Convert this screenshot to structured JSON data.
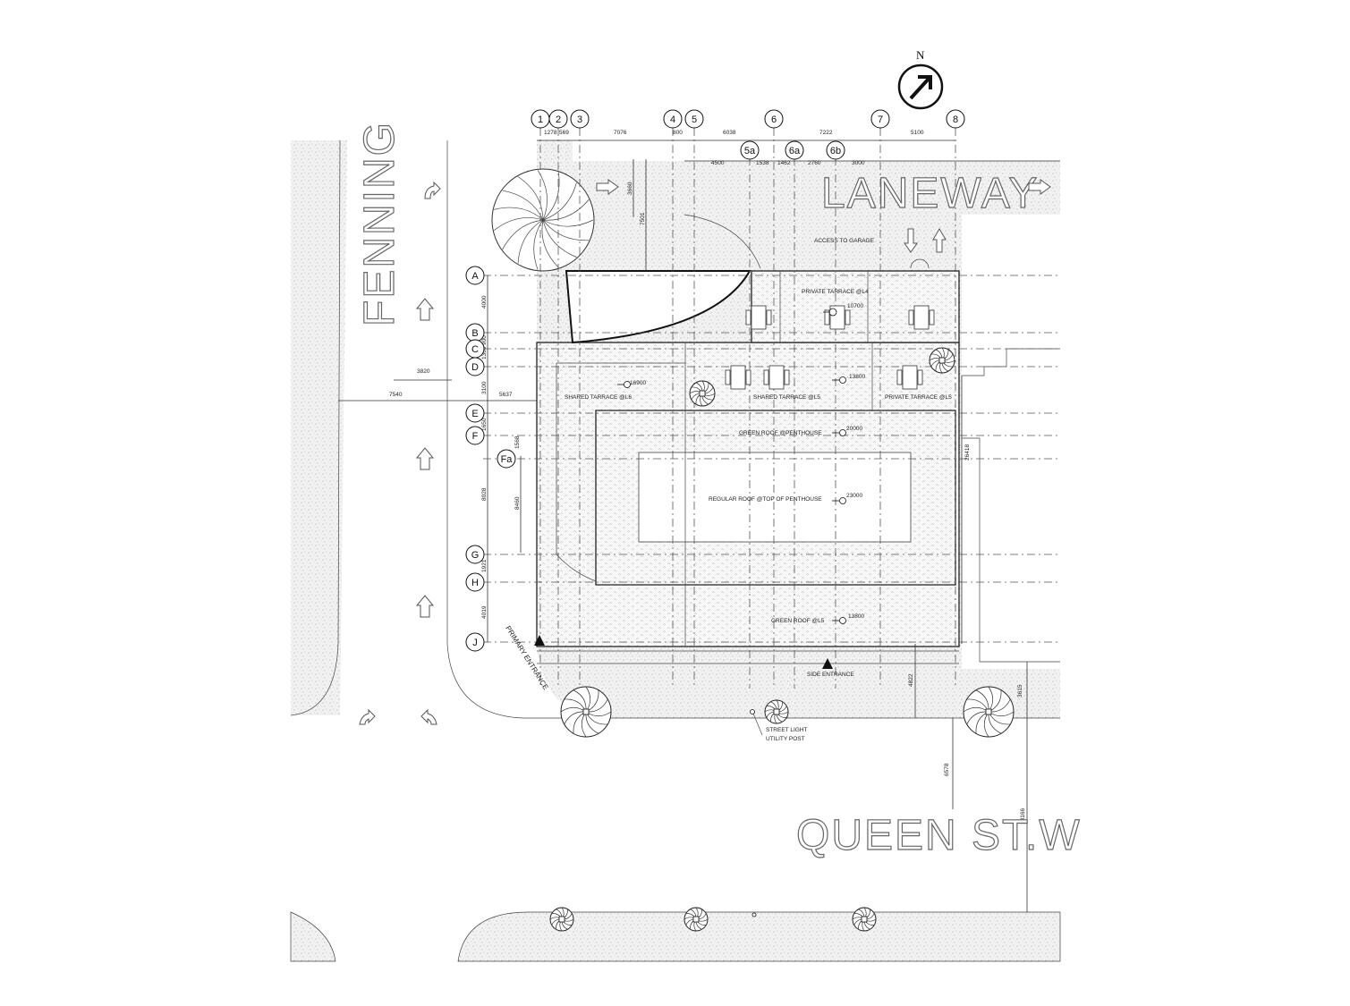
{
  "north": {
    "label": "N"
  },
  "streets": {
    "fenning": "FENNING",
    "laneway": "LANEWAY",
    "queen": "QUEEN ST.W"
  },
  "grid_columns": [
    "1",
    "2",
    "3",
    "4",
    "5",
    "6",
    "7",
    "8"
  ],
  "grid_columns_sub": [
    "5a",
    "6a",
    "6b"
  ],
  "grid_rows": [
    "A",
    "B",
    "C",
    "D",
    "E",
    "F",
    "Fa",
    "G",
    "H",
    "J"
  ],
  "dimensions_top": [
    "1278",
    "569",
    "7076",
    "800",
    "6038",
    "7222",
    "5100"
  ],
  "dimensions_top2": [
    "4500",
    "1538",
    "1462",
    "2760",
    "3000"
  ],
  "dimensions_left": [
    "4000",
    "900",
    "1300",
    "3100",
    "1650",
    "1568",
    "8028",
    "1921",
    "4019"
  ],
  "dimensions_misc": {
    "d3660": "3660",
    "d7501": "7501",
    "d3820": "3820",
    "d7540": "7540",
    "d5637": "5637",
    "d8460": "8460",
    "d26418": "26418",
    "d4822": "4822",
    "d3615": "3615",
    "d6578": "6578",
    "d13166": "13166"
  },
  "labels": {
    "access_garage": "ACCESS TO GARAGE",
    "private_l4": "PRIVATE TARRACE @L4",
    "elev_10700": "10700",
    "shared_l6": "SHARED TARRACE @L6",
    "elev_16900": "16900",
    "shared_l5": "SHARED TARRACE @L5",
    "elev_13800a": "13800",
    "private_l5": "PRIVATE TARRACE @L5",
    "green_penthouse": "GREEN ROOF @PENTHOUSE",
    "elev_20000": "20000",
    "regular_roof": "REGULAR ROOF @TOP OF PENTHOUSE",
    "elev_23000": "23000",
    "green_l5": "GREEN ROOF @L5",
    "elev_13800b": "13800",
    "primary_entrance": "PRIMARY ENTRANCE",
    "side_entrance": "SIDE ENTRANCE",
    "street_light": "STREET LIGHT",
    "utility_post": "UTILITY POST"
  }
}
